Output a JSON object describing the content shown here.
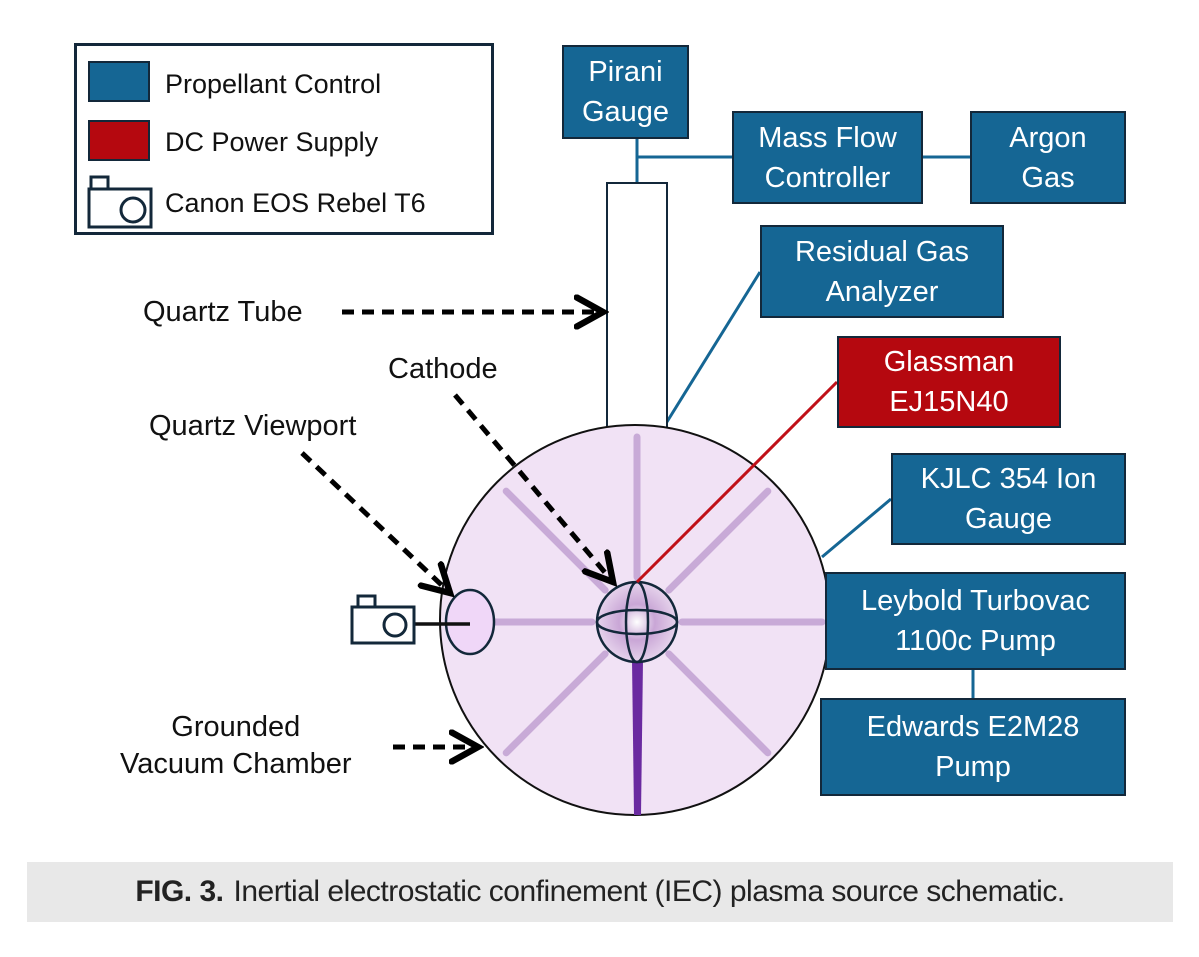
{
  "figure": {
    "caption_label": "FIG. 3.",
    "caption_text": "Inertial electrostatic confinement (IEC) plasma source schematic."
  },
  "colors": {
    "propellant_control": "#156694",
    "dc_power_supply": "#b5080f",
    "outline": "#13283a",
    "chamber_fill": "#f1e2f5",
    "plasma_ray": "#9b6bb5",
    "plasma_jet": "#6a2aa0"
  },
  "legend": {
    "items": [
      {
        "label": "Propellant Control",
        "kind": "swatch",
        "color": "#156694"
      },
      {
        "label": "DC Power Supply",
        "kind": "swatch",
        "color": "#b5080f"
      },
      {
        "label": "Canon EOS Rebel T6",
        "kind": "camera-icon"
      }
    ]
  },
  "nodes": {
    "pirani": {
      "label": "Pirani\nGauge",
      "category": "Propellant Control"
    },
    "mass_flow": {
      "label": "Mass Flow\nController",
      "category": "Propellant Control"
    },
    "argon": {
      "label": "Argon\nGas",
      "category": "Propellant Control"
    },
    "rga": {
      "label": "Residual Gas\nAnalyzer",
      "category": "Propellant Control"
    },
    "glassman": {
      "label": "Glassman\nEJ15N40",
      "category": "DC Power Supply"
    },
    "kjlc": {
      "label": "KJLC 354 Ion\nGauge",
      "category": "Propellant Control"
    },
    "leybold": {
      "label": "Leybold Turbovac\n1100c Pump",
      "category": "Propellant Control"
    },
    "edwards": {
      "label": "Edwards E2M28\nPump",
      "category": "Propellant Control"
    }
  },
  "annotations": {
    "quartz_tube": "Quartz Tube",
    "cathode": "Cathode",
    "quartz_viewport": "Quartz Viewport",
    "grounded_chamber": "Grounded\nVacuum Chamber"
  }
}
